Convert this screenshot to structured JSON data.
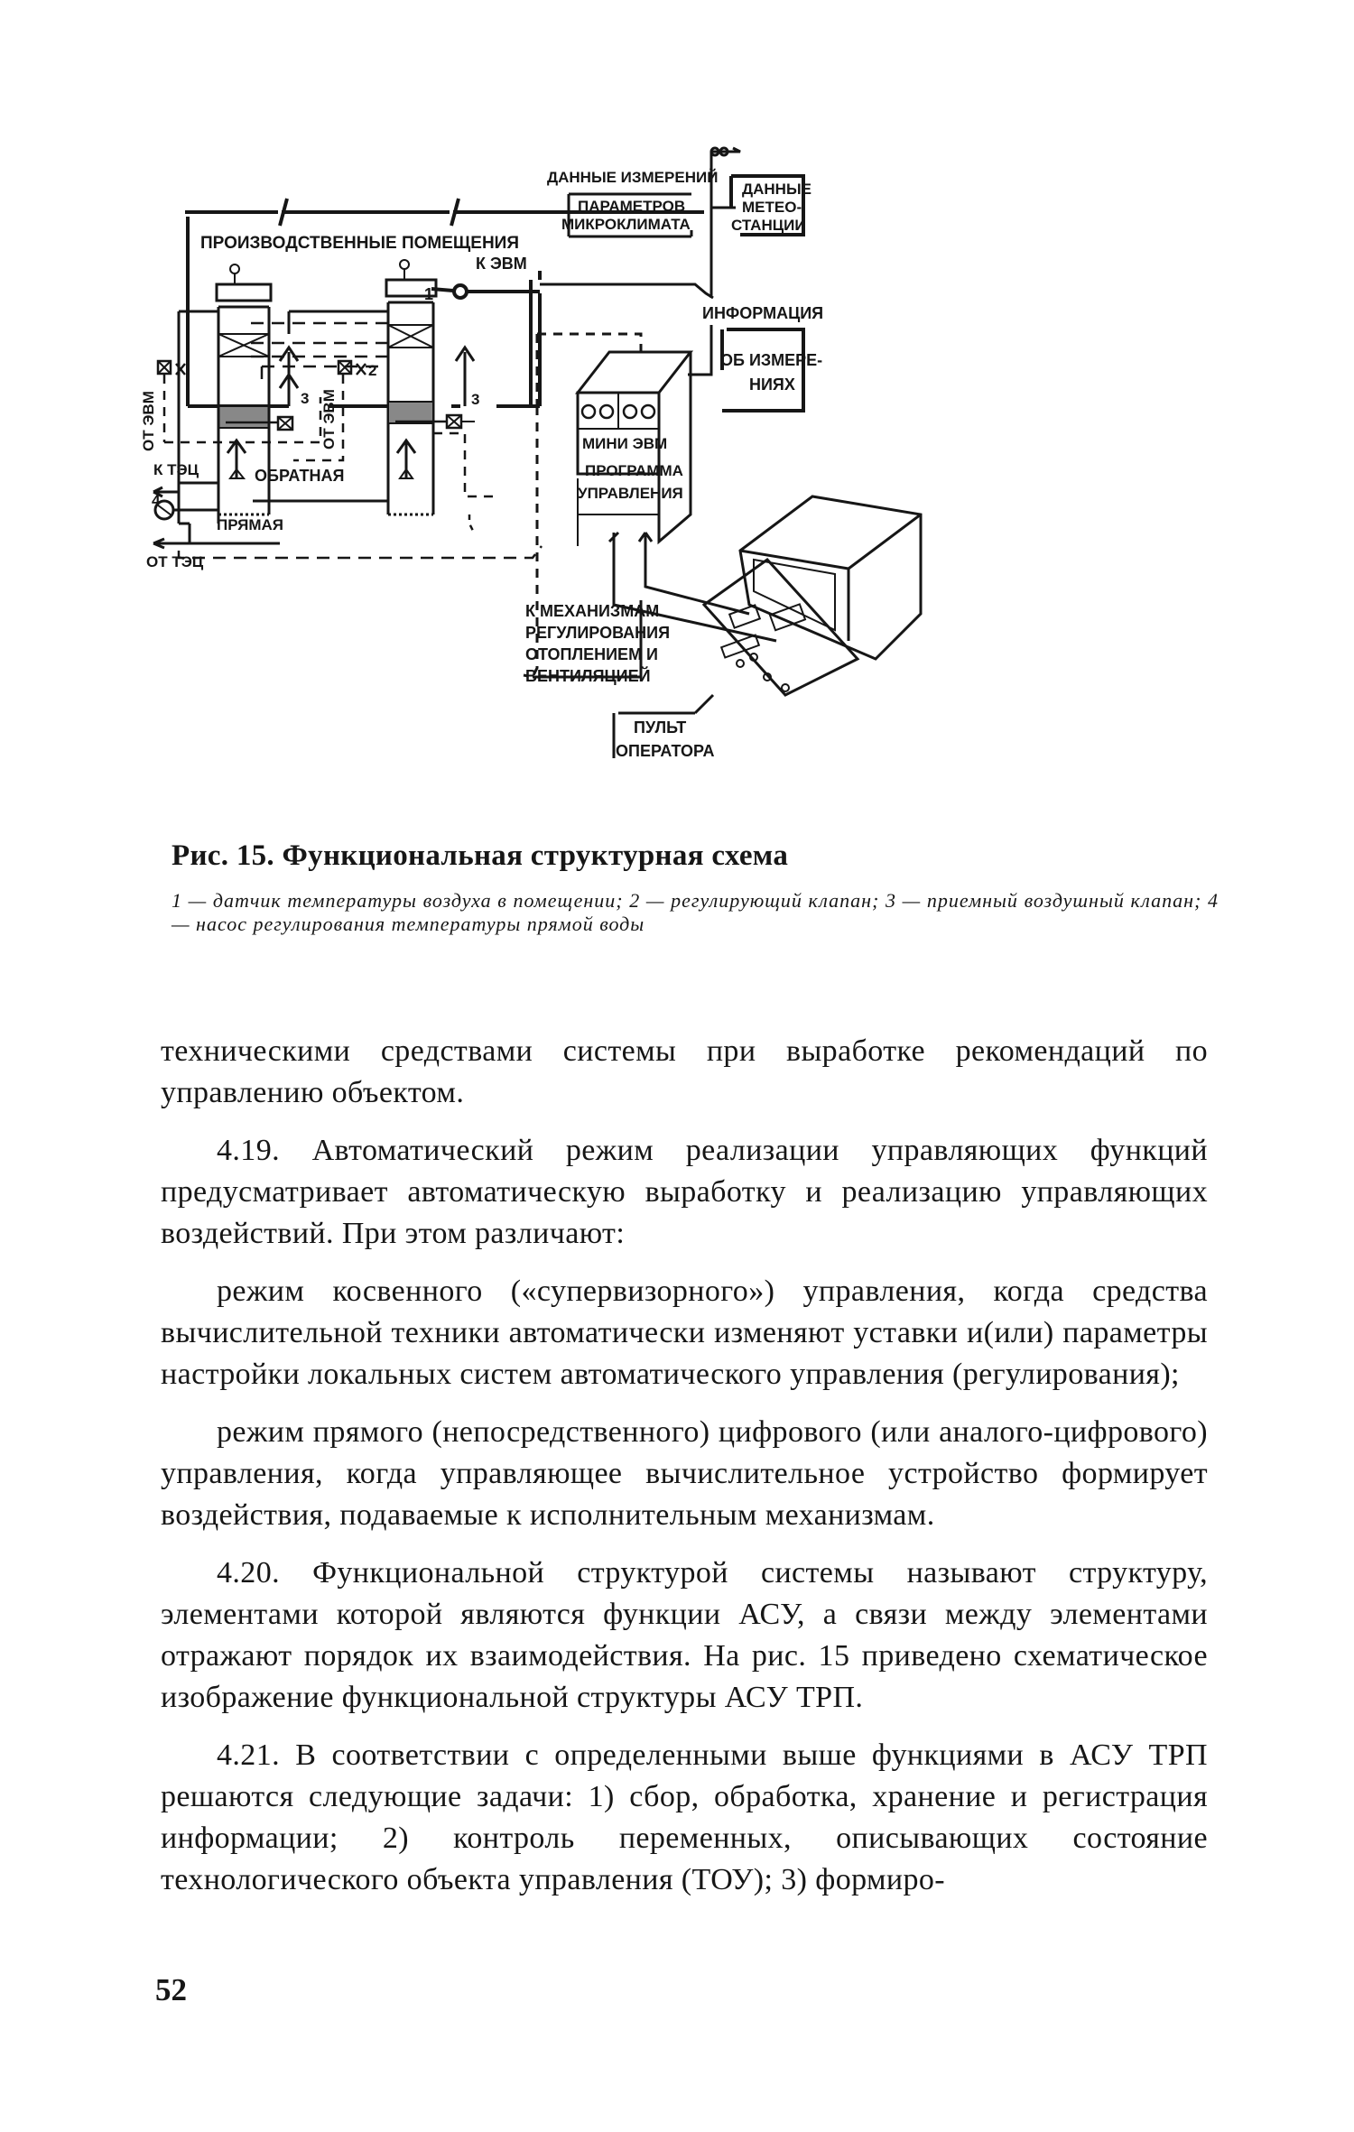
{
  "figure": {
    "labels": {
      "production_rooms": "ПРОИЗВОДСТВЕННЫЕ ПОМЕЩЕНИЯ",
      "to_computer": "К ЭВМ",
      "measurement_data": "ДАННЫЕ ИЗМЕРЕНИЙ",
      "microclimate_params": [
        "ПАРАМЕТРОВ",
        "МИКРОКЛИМАТА"
      ],
      "meteo_data": [
        "ДАННЫЕ",
        "МЕТЕО-",
        "СТАНЦИИ"
      ],
      "measurement_info": "ИНФОРМАЦИЯ",
      "measurement_info_box": [
        "ОБ ИЗМЕРЕ-",
        "НИЯХ"
      ],
      "mini_computer": "МИНИ ЭВМ",
      "control_program": [
        "ПРОГРАММА",
        "УПРАВЛЕНИЯ"
      ],
      "to_mechanisms": [
        "К МЕХАНИЗМАМ",
        "РЕГУЛИРОВАНИЯ",
        "ОТОПЛЕНИЕМ И",
        "ВЕНТИЛЯЦИЕЙ"
      ],
      "operator_console": [
        "ПУЛЬТ",
        "ОПЕРАТОРА"
      ],
      "from_computer": "ОТ ЭВМ",
      "to_chp": "К ТЭЦ",
      "from_chp": "ОТ ТЭЦ",
      "return_line": "ОБРАТНАЯ",
      "supply_line": "ПРЯМАЯ",
      "n1": "1",
      "n2": "2",
      "n3": "3",
      "n4": "4"
    }
  },
  "caption": {
    "title": "Рис. 15. Функциональная структурная схема",
    "legend": "1 — датчик температуры воздуха в помещении; 2 — регулирующий клапан; 3 — приемный воздушный клапан; 4 — насос регулирования температуры прямой воды"
  },
  "body": {
    "p1": "техническими средствами системы при выработке рекомендаций по управлению объектом.",
    "p2": "4.19. Автоматический режим реализации управляющих функций предусматривает автоматическую выработку и реализацию управляющих воздействий. При этом различают:",
    "p3": "режим косвенного («супервизорного») управления, когда средства вычислительной техники автоматически изменяют уставки и(или) параметры настройки локальных систем автоматического управления (регулирования);",
    "p4": "режим прямого (непосредственного) цифрового (или аналого-цифрового) управления, когда управляющее вычислительное устройство формирует воздействия, подаваемые к исполнительным механизмам.",
    "p5": "4.20. Функциональной структурой системы называют структуру, элементами которой являются функции АСУ, а связи между элементами отражают порядок их взаимодействия. На рис. 15 приведено схематическое изображение функциональной структуры АСУ ТРП.",
    "p6": "4.21. В соответствии с определенными выше функциями в АСУ ТРП решаются следующие задачи: 1) сбор, обработка, хранение и регистрация информации; 2) контроль переменных, описывающих состояние технологического объекта управления (ТОУ); 3) формиро-"
  },
  "page_number": "52"
}
